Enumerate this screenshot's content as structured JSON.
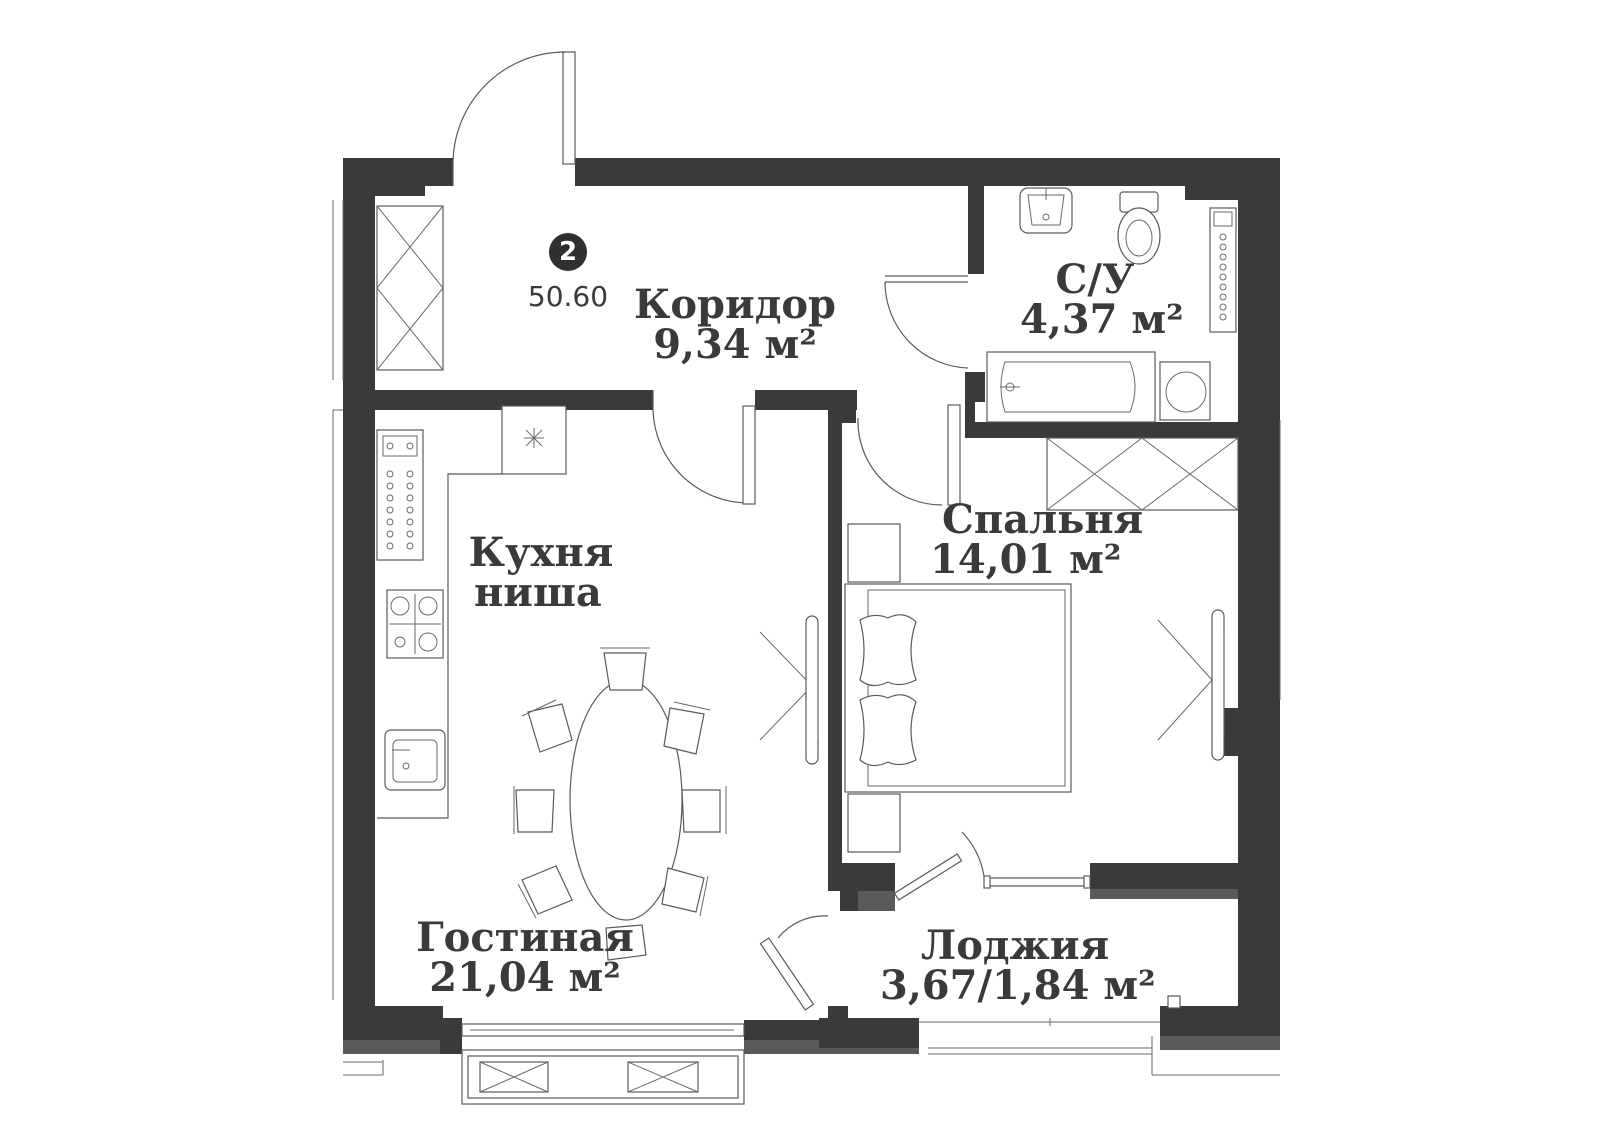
{
  "apartment": {
    "number": "2",
    "total_area": "50.60"
  },
  "rooms": {
    "corridor": {
      "name": "Коридор",
      "area": "9,34 м²"
    },
    "bathroom": {
      "name": "С/У",
      "area": "4,37 м²"
    },
    "bedroom": {
      "name": "Спальня",
      "area": "14,01 м²"
    },
    "kitchen": {
      "name_line1": "Кухня",
      "name_line2": "ниша"
    },
    "living": {
      "name": "Гостиная",
      "area": "21,04 м²"
    },
    "loggia": {
      "name": "Лоджия",
      "area": "3,67/1,84 м²"
    }
  },
  "colors": {
    "wall": "#3a3a3a",
    "line": "#5a5a5a",
    "badge": "#2f2f2f"
  }
}
